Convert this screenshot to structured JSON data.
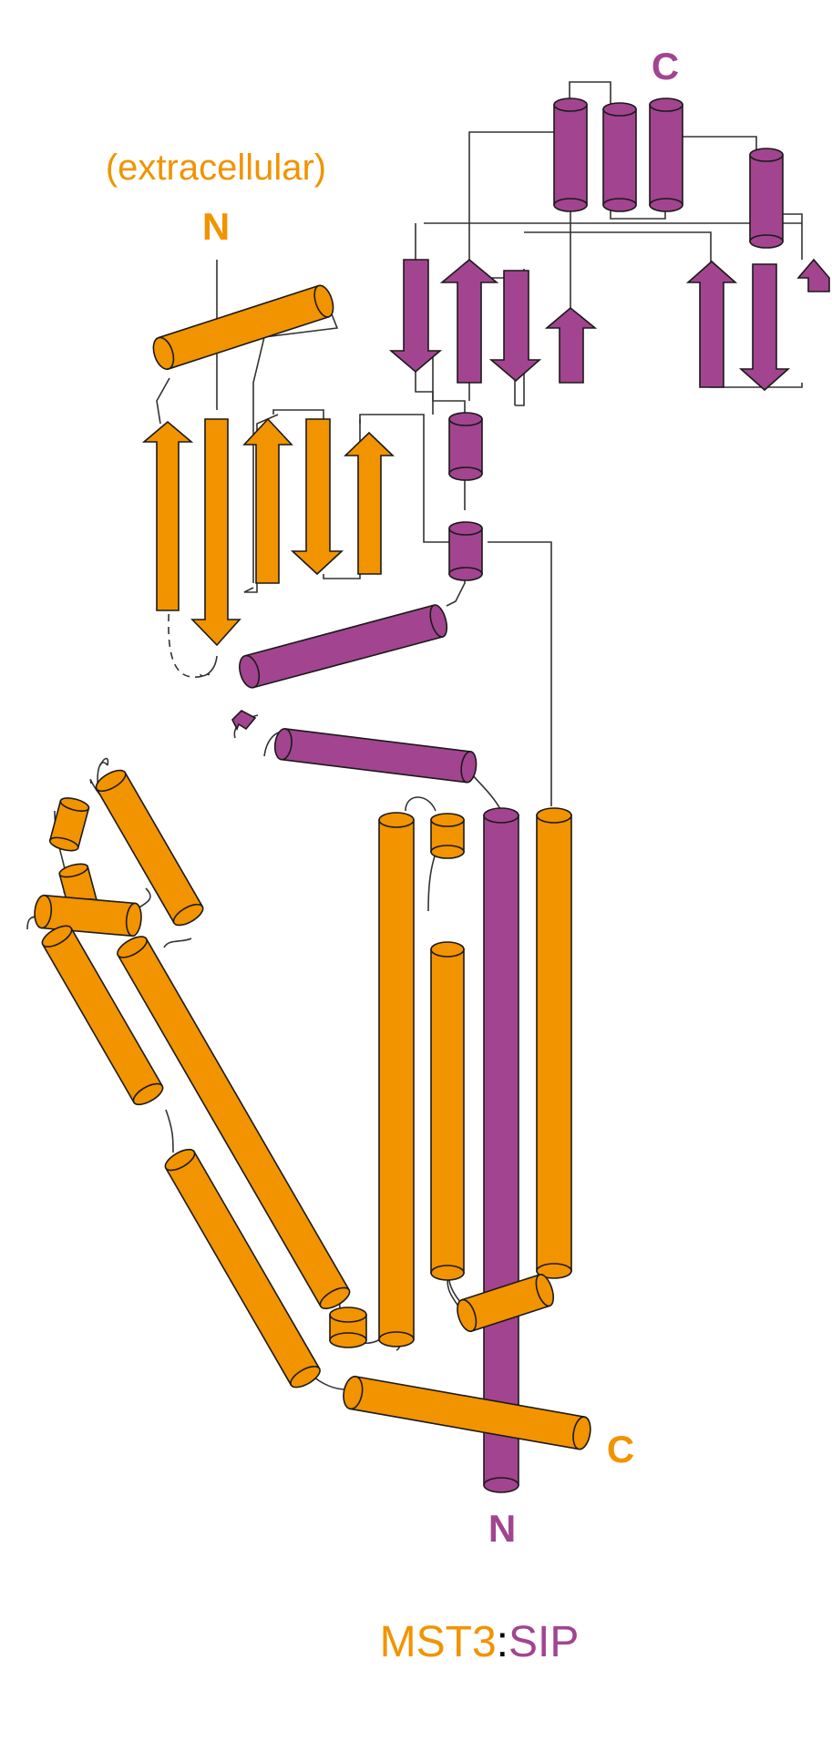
{
  "labels": {
    "extracellular": "(extracellular)",
    "mst3_n": "N",
    "mst3_c": "C",
    "sip_n": "N",
    "sip_c": "C"
  },
  "legend": {
    "mst3": "MST3",
    "separator": ":",
    "sip": "SIP"
  },
  "colors": {
    "mst3": "#f29300",
    "sip": "#a2448f",
    "line": "#333333",
    "outline": "#1a1a1a"
  },
  "icons": {
    "helix": "cylinder",
    "strand": "arrow"
  }
}
